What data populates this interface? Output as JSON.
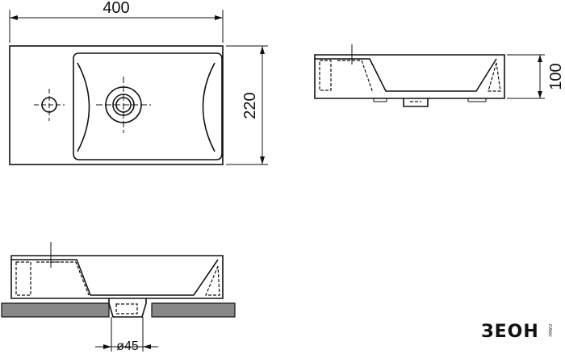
{
  "dimensions": {
    "width": "400",
    "depth": "220",
    "height": "100",
    "drain_diameter": "ø45"
  },
  "brand": {
    "name": "ЗЕОН",
    "tagline": "плюс"
  }
}
